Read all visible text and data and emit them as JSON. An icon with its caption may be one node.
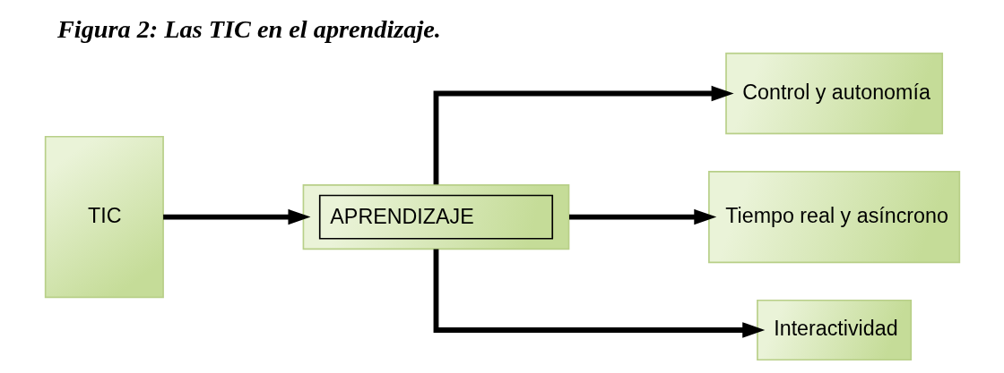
{
  "diagram": {
    "title": "Figura 2: Las TIC en el aprendizaje.",
    "nodes": [
      {
        "text": [
          "TIC"
        ]
      },
      {
        "text": [
          "APRENDIZAJE"
        ]
      },
      {
        "text": [
          "Control y autonomía"
        ]
      },
      {
        "text": [
          "Tiempo real y asíncrono"
        ]
      },
      {
        "text": [
          "Interactividad"
        ]
      }
    ],
    "edges": [
      {
        "from": 0,
        "to": 1,
        "arrow": "to"
      },
      {
        "from": 1,
        "to": 2,
        "arrow": "to"
      },
      {
        "from": 1,
        "to": 3,
        "arrow": "to"
      },
      {
        "from": 1,
        "to": 4,
        "arrow": "to"
      }
    ]
  }
}
